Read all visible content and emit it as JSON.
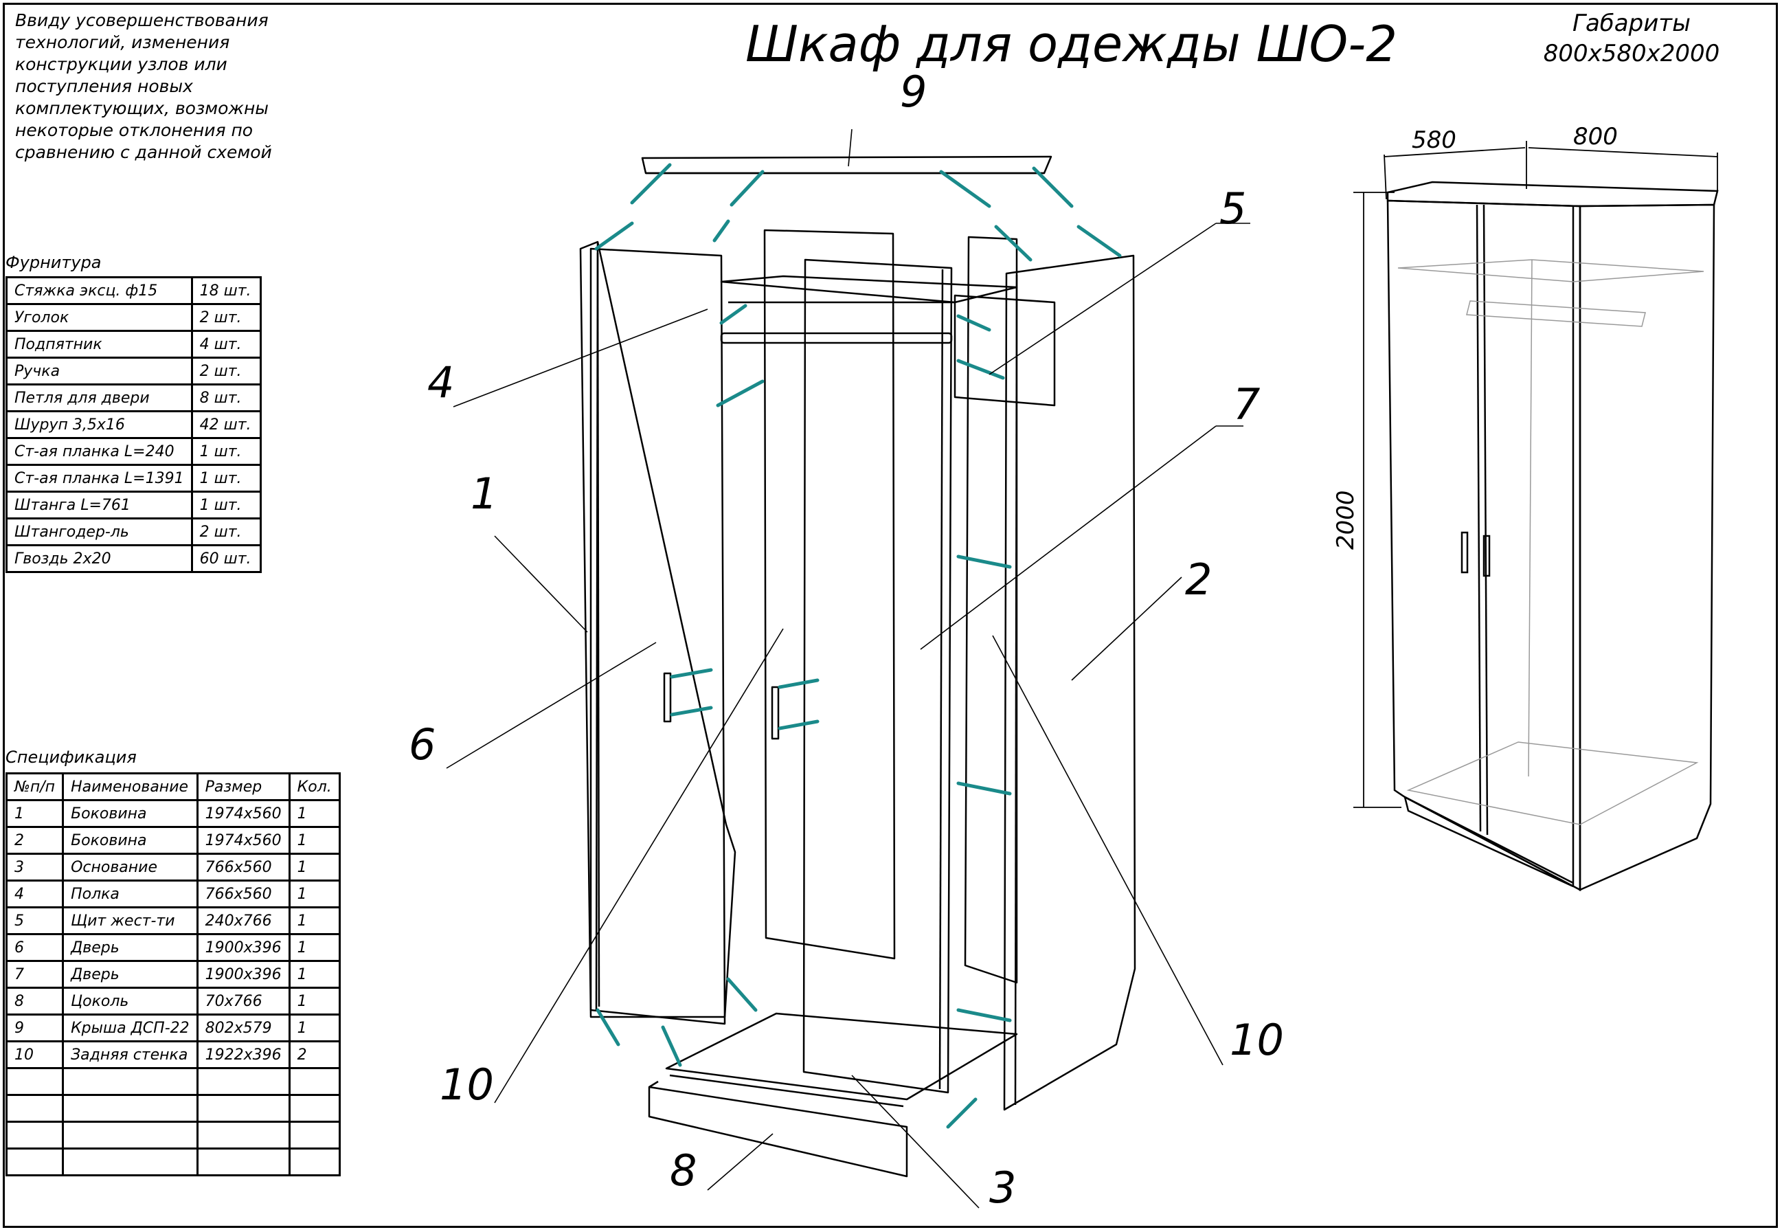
{
  "note": "Ввиду усовершенствования технологий, изменения конструкции узлов или поступления новых комплектующих, возможны некоторые отклонения по сравнению с данной схемой",
  "title": "Шкаф для одежды ШО-2",
  "dimensions": {
    "label": "Габариты",
    "value": "800х580х2000",
    "depth": "580",
    "width": "800",
    "height": "2000"
  },
  "fittings": {
    "caption": "Фурнитура",
    "rows": [
      {
        "name": "Стяжка эксц. ф15",
        "qty": "18 шт."
      },
      {
        "name": "Уголок",
        "qty": "2 шт."
      },
      {
        "name": "Подпятник",
        "qty": "4 шт."
      },
      {
        "name": "Ручка",
        "qty": "2 шт."
      },
      {
        "name": "Петля для двери",
        "qty": "8 шт."
      },
      {
        "name": "Шуруп 3,5х16",
        "qty": "42 шт."
      },
      {
        "name": "Ст-ая планка L=240",
        "qty": "1 шт."
      },
      {
        "name": "Ст-ая планка L=1391",
        "qty": "1 шт."
      },
      {
        "name": "Штанга L=761",
        "qty": "1 шт."
      },
      {
        "name": "Штангодер-ль",
        "qty": "2 шт."
      },
      {
        "name": "Гвоздь 2х20",
        "qty": "60 шт."
      }
    ]
  },
  "spec": {
    "caption": "Спецификация",
    "headers": [
      "№п/п",
      "Наименование",
      "Размер",
      "Кол."
    ],
    "rows": [
      [
        "1",
        "Боковина",
        "1974х560",
        "1"
      ],
      [
        "2",
        "Боковина",
        "1974х560",
        "1"
      ],
      [
        "3",
        "Основание",
        "766х560",
        "1"
      ],
      [
        "4",
        "Полка",
        "766х560",
        "1"
      ],
      [
        "5",
        "Щит жест-ти",
        "240х766",
        "1"
      ],
      [
        "6",
        "Дверь",
        "1900х396",
        "1"
      ],
      [
        "7",
        "Дверь",
        "1900х396",
        "1"
      ],
      [
        "8",
        "Цоколь",
        "70х766",
        "1"
      ],
      [
        "9",
        "Крыша ДСП-22",
        "802х579",
        "1"
      ],
      [
        "10",
        "Задняя стенка",
        "1922х396",
        "2"
      ],
      [
        "",
        "",
        "",
        ""
      ],
      [
        "",
        "",
        "",
        ""
      ],
      [
        "",
        "",
        "",
        ""
      ],
      [
        "",
        "",
        "",
        ""
      ]
    ]
  },
  "callouts": {
    "c1": "1",
    "c2": "2",
    "c3": "3",
    "c4": "4",
    "c5": "5",
    "c6": "6",
    "c7": "7",
    "c8": "8",
    "c9": "9",
    "c10a": "10",
    "c10b": "10"
  },
  "colors": {
    "line": "#000000",
    "hardware": "#1a8a8a"
  }
}
